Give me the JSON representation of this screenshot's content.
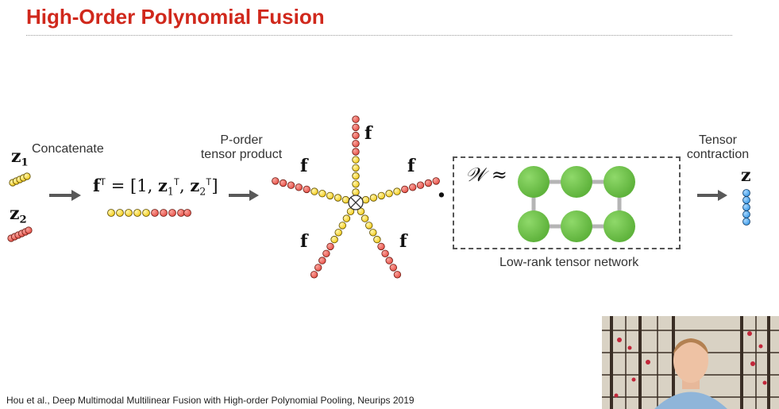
{
  "slide": {
    "title": "High-Order Polynomial Fusion",
    "title_color": "#d0281c",
    "labels": {
      "concatenate": "Concatenate",
      "p_order_line1": "P-order",
      "p_order_line2": "tensor product",
      "tensor_line1": "Tensor",
      "tensor_line2": "contraction",
      "low_rank": "Low-rank tensor network"
    },
    "math": {
      "z": "z",
      "sub1": "1",
      "sub2": "2",
      "f": "f",
      "transpose": "T",
      "equals_open": " = [1, ",
      "comma": ", ",
      "close": "]",
      "W": "𝒲",
      "approx": "≈",
      "dot": "·"
    },
    "footer": "Hou et al., Deep Multimodal Multilinear Fusion with High-order Polynomial Pooling, Neurips 2019"
  },
  "colors": {
    "yellow": "#f4cc1e",
    "red": "#e9534a",
    "blue": "#3d9be6",
    "green": "#6dc04a",
    "arrow": "#595959"
  },
  "icons": {
    "tensor_product": "circle-times-icon",
    "arrows": "right-arrow-icon"
  }
}
